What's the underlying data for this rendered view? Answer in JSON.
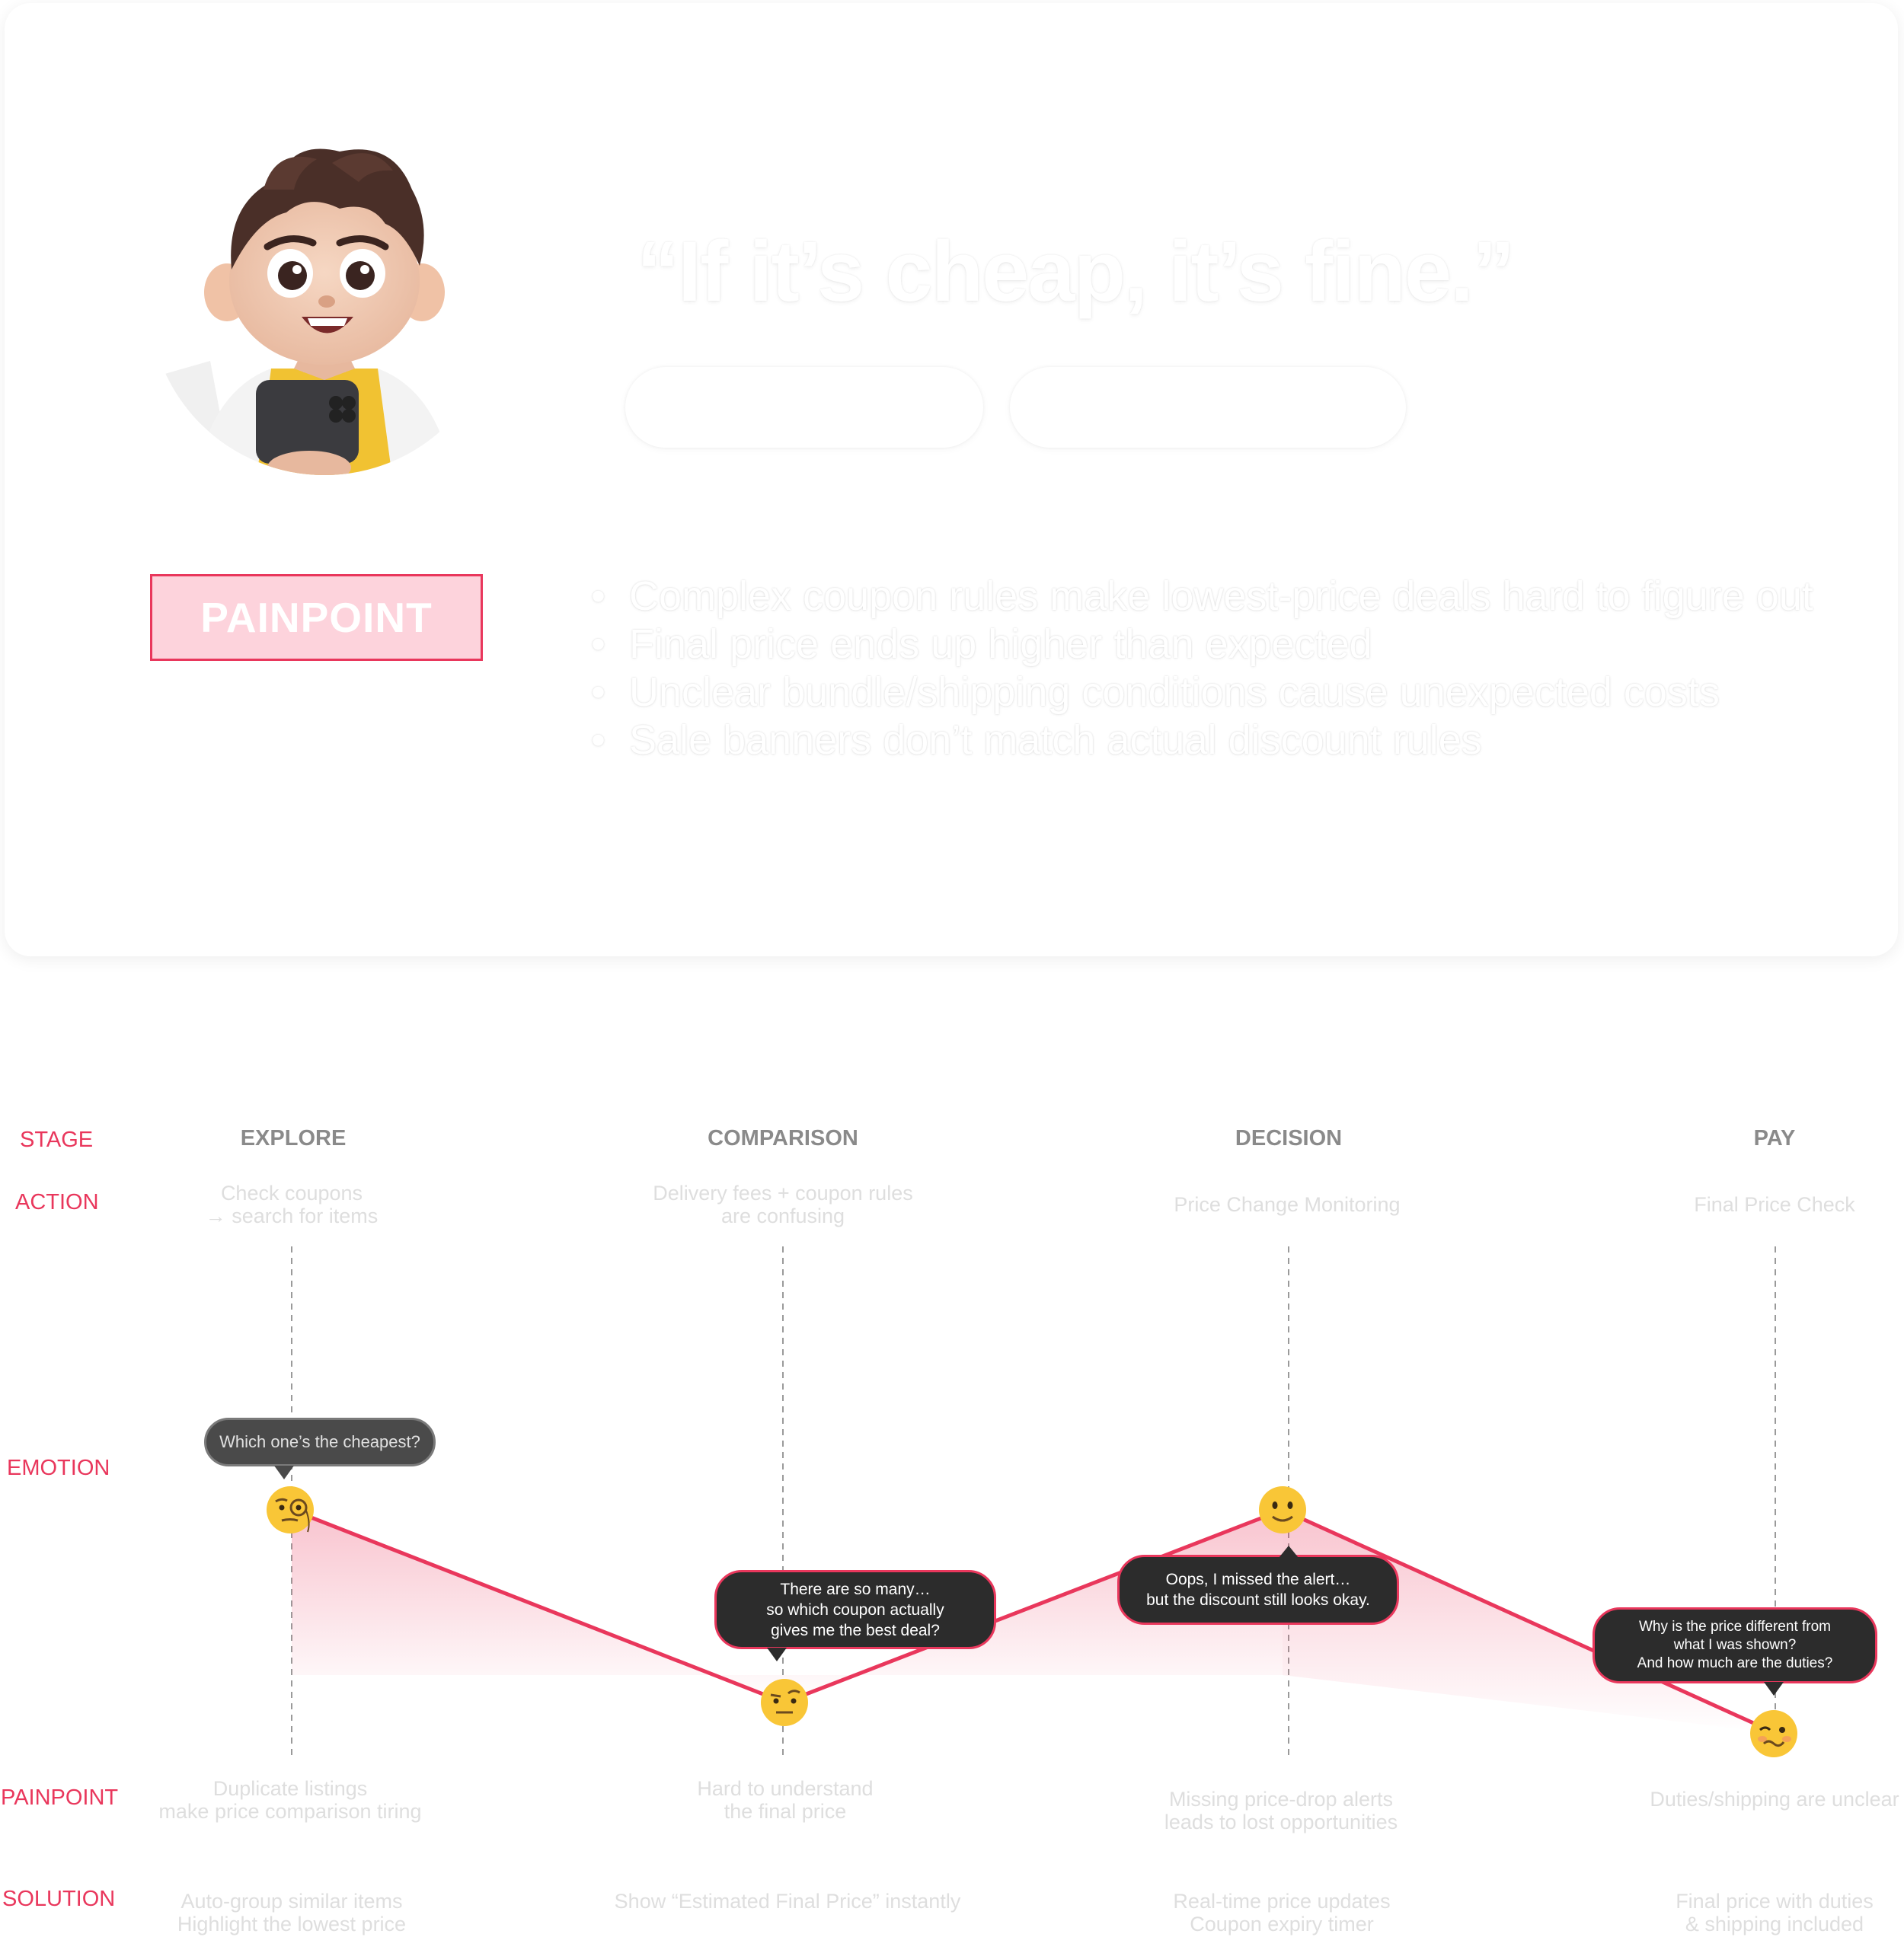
{
  "persona": {
    "quote": "“If it’s cheap, it’s fine.”",
    "painpoint_badge": "PAINPOINT",
    "painpoints": [
      "Complex coupon rules make lowest-price deals hard to figure out",
      "Final price ends up higher than expected",
      "Unclear bundle/shipping conditions cause unexpected costs",
      "Sale banners don’t match actual discount rules"
    ],
    "bullet": "•"
  },
  "journey": {
    "row_labels": {
      "stage": "STAGE",
      "action": "ACTION",
      "emotion": "EMOTION",
      "painpoint": "PAINPOINT",
      "solution": "SOLUTION"
    },
    "stages": [
      {
        "name": "EXPLORE",
        "action": [
          "Check coupons",
          "→ search for items"
        ],
        "emotion_face": "monocle-face",
        "bubble": [
          "Which one’s the cheapest?"
        ],
        "painpoint": [
          "Duplicate listings",
          "make price comparison tiring"
        ],
        "solution": [
          "Auto-group similar items",
          "Highlight the lowest price"
        ]
      },
      {
        "name": "COMPARISON",
        "action": [
          "Delivery fees + coupon rules",
          "are confusing"
        ],
        "emotion_face": "raised-eyebrow-face",
        "bubble": [
          "There are so many…",
          "so which coupon actually",
          "gives me the best deal?"
        ],
        "painpoint": [
          "Hard to understand",
          "the final price"
        ],
        "solution": [
          "Show “Estimated Final Price” instantly"
        ]
      },
      {
        "name": "DECISION",
        "action": [
          "Price Change Monitoring"
        ],
        "emotion_face": "slightly-smiling-face",
        "bubble": [
          "Oops, I missed the alert…",
          "but the discount still looks okay."
        ],
        "painpoint": [
          "Missing price-drop alerts",
          "leads to lost opportunities"
        ],
        "solution": [
          "Real-time price updates",
          "Coupon expiry timer"
        ]
      },
      {
        "name": "PAY",
        "action": [
          "Final Price Check"
        ],
        "emotion_face": "woozy-face",
        "bubble": [
          "Why is the price different from",
          "what I was shown?",
          "And how much are the duties?"
        ],
        "painpoint": [
          "Duties/shipping are unclear"
        ],
        "solution": [
          "Final price with duties",
          "& shipping included"
        ]
      }
    ],
    "colors": {
      "accent": "#e9375c",
      "stage_text": "#8a8a8a",
      "faded_text": "#dedede",
      "bubble_bg": "#2c2c2c",
      "badge_bg": "#fdd3dc"
    }
  }
}
